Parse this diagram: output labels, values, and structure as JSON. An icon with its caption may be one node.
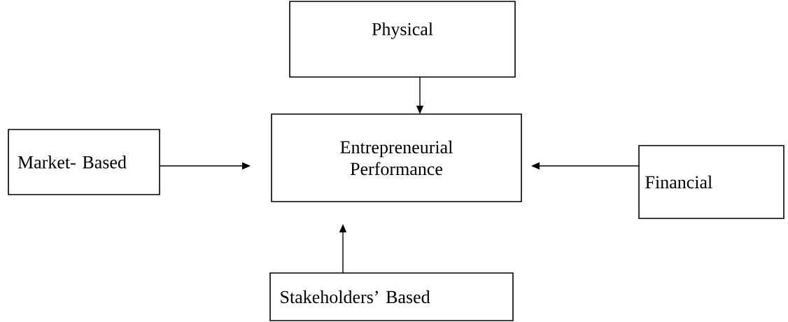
{
  "diagram": {
    "nodes": [
      {
        "text": [
          "Physical"
        ]
      },
      {
        "text": [
          "Entrepreneurial Performance"
        ]
      },
      {
        "text": [
          "Market- Based"
        ]
      },
      {
        "text": [
          "Financial"
        ]
      },
      {
        "text": [
          "Stakeholders’ Based"
        ]
      }
    ],
    "edges": [
      {
        "from": 0,
        "to": 1,
        "arrow": "to"
      },
      {
        "from": 2,
        "to": 1,
        "arrow": "to"
      },
      {
        "from": 3,
        "to": 1,
        "arrow": "to"
      },
      {
        "from": 4,
        "to": 1,
        "arrow": "to"
      }
    ]
  }
}
